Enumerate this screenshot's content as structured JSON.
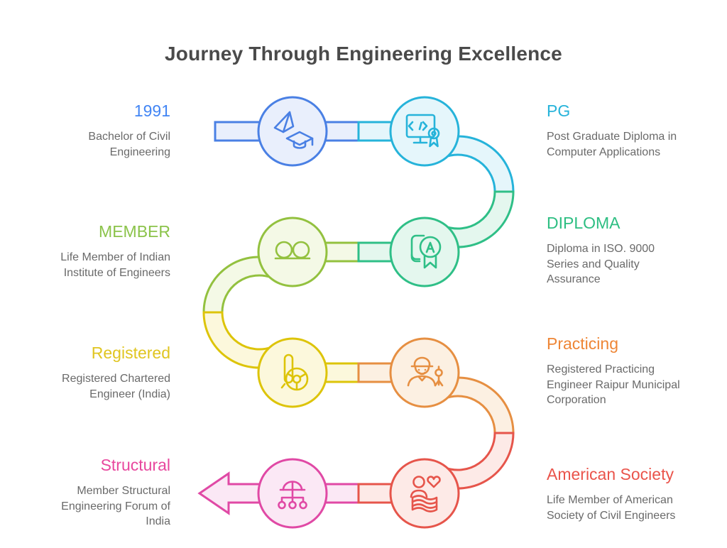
{
  "title": "Journey Through Engineering Excellence",
  "palette": {
    "text": {
      "title": "#4a4a4a",
      "body": "#6a6a6a"
    },
    "blue": {
      "stroke": "#4a80e4",
      "fill": "#e9effc",
      "heading": "#4285f4"
    },
    "cyan": {
      "stroke": "#26b3da",
      "fill": "#e5f6fb",
      "heading": "#26b3da"
    },
    "ygreen": {
      "stroke": "#93c13f",
      "fill": "#f4f9e6",
      "heading": "#8bc34a"
    },
    "emerald": {
      "stroke": "#2fbf87",
      "fill": "#e4f7ee",
      "heading": "#2dbe82"
    },
    "yellow": {
      "stroke": "#ddc409",
      "fill": "#fcf8dc",
      "heading": "#e0c520"
    },
    "orange": {
      "stroke": "#e68f42",
      "fill": "#fcf0e2",
      "heading": "#ee8636"
    },
    "magenta": {
      "stroke": "#e049a5",
      "fill": "#fbe8f5",
      "heading": "#e8479e"
    },
    "red": {
      "stroke": "#e6554b",
      "fill": "#fdeae7",
      "heading": "#ea544b"
    }
  },
  "milestones": [
    {
      "heading": "1991",
      "description": "Bachelor of Civil Engineering",
      "side": "left",
      "color": "blue",
      "icon": "paper-plane-graduation-icon"
    },
    {
      "heading": "PG",
      "description": "Post Graduate Diploma in Computer Applications",
      "side": "right",
      "color": "cyan",
      "icon": "monitor-code-certificate-icon"
    },
    {
      "heading": "MEMBER",
      "description": "Life Member of Indian Institute of Engineers",
      "side": "left",
      "color": "ygreen",
      "icon": "binoculars-icon"
    },
    {
      "heading": "DIPLOMA",
      "description": "Diploma in ISO. 9000 Series and Quality Assurance",
      "side": "right",
      "color": "emerald",
      "icon": "diploma-a-badge-icon"
    },
    {
      "heading": "Registered",
      "description": "Registered Chartered Engineer (India)",
      "side": "left",
      "color": "yellow",
      "icon": "b-wheel-icon"
    },
    {
      "heading": "Practicing",
      "description": "Registered Practicing Engineer Raipur Municipal Corporation",
      "side": "right",
      "color": "orange",
      "icon": "engineer-helmet-icon"
    },
    {
      "heading": "Structural",
      "description": "Member Structural Engineering Forum of India",
      "side": "left",
      "color": "magenta",
      "icon": "helmet-orgchart-icon"
    },
    {
      "heading": "American Society",
      "description": "Life Member of American Society of Civil Engineers",
      "side": "right",
      "color": "red",
      "icon": "member-heart-flag-icon"
    }
  ]
}
